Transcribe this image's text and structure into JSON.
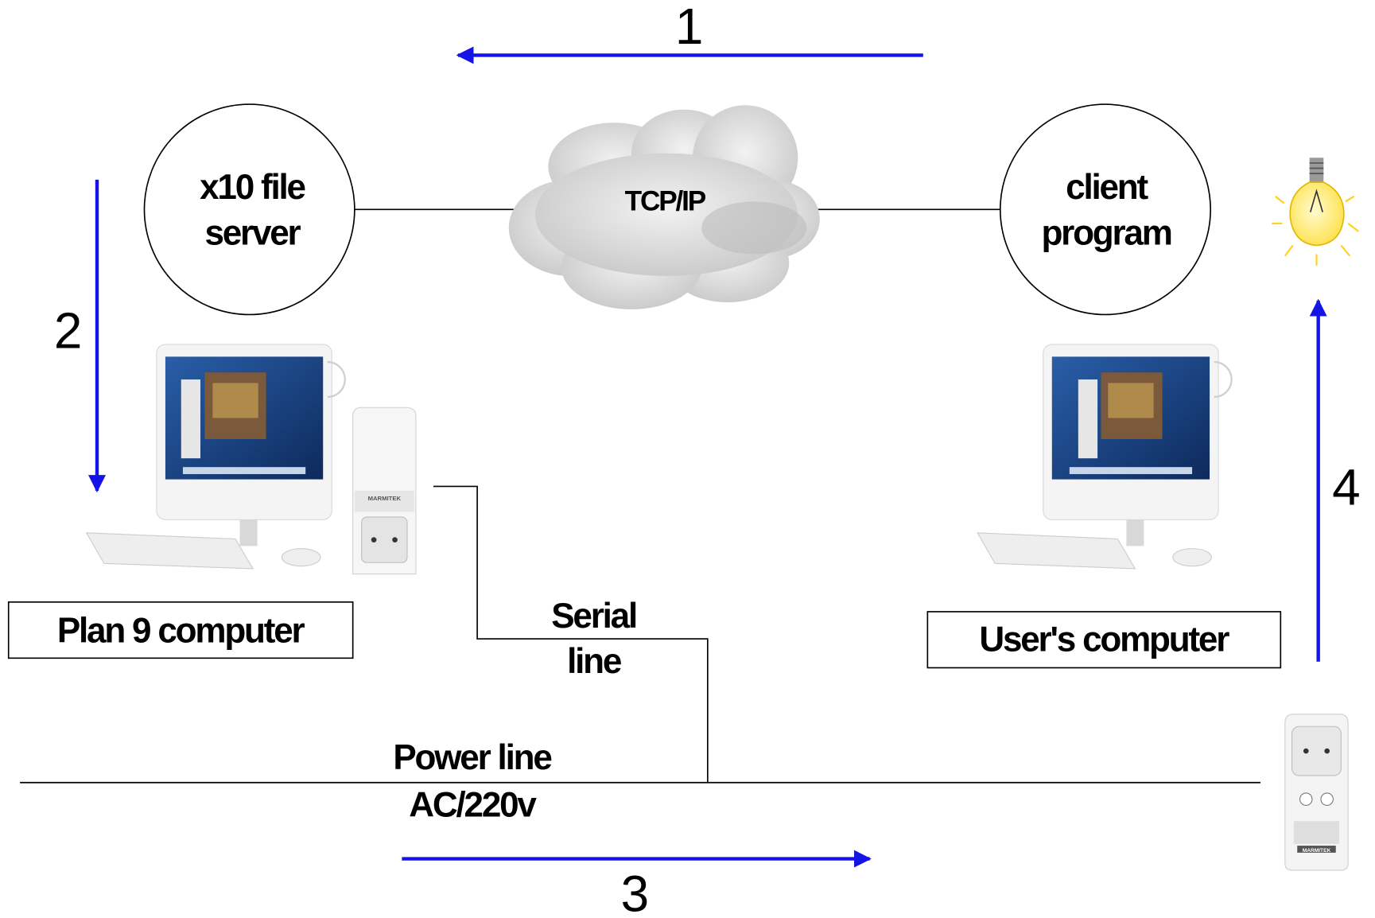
{
  "nodes": {
    "file_server": "x10 file server",
    "client_program": "client program",
    "network": "TCP/IP"
  },
  "labels": {
    "plan9_computer": "Plan 9 computer",
    "users_computer": "User's computer",
    "serial_line": "Serial line",
    "power_line": "Power line",
    "power_spec": "AC/220v",
    "device_brand": "MARMITEK"
  },
  "steps": {
    "step1": "1",
    "step2": "2",
    "step3": "3",
    "step4": "4"
  },
  "colors": {
    "arrow": "#1414e6",
    "line": "#000000",
    "cloud": "#d4d4d4",
    "bulb": "#ffe832"
  },
  "icons": {
    "left_computer": "desktop-computer-icon",
    "right_computer": "desktop-computer-icon",
    "x10_transceiver": "x10-interface-icon",
    "lamp_module": "x10-lamp-module-icon",
    "light_bulb": "light-bulb-icon",
    "network_cloud": "cloud-icon"
  }
}
